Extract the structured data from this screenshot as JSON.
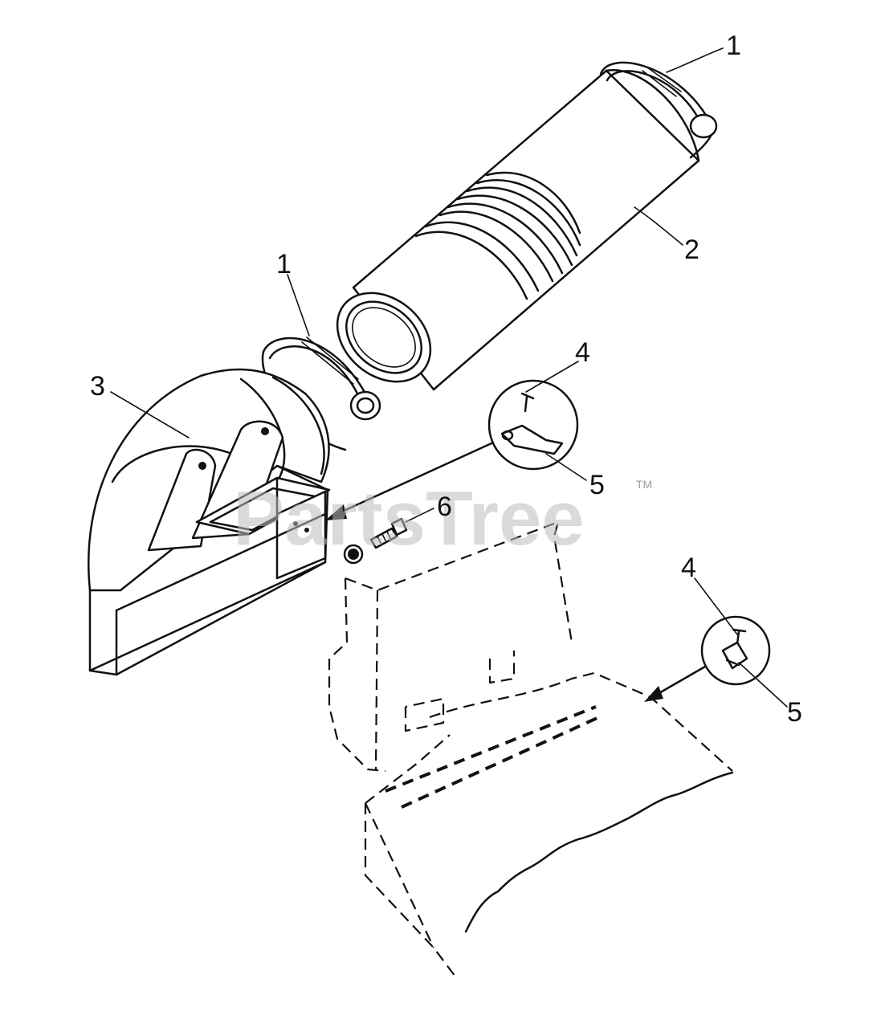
{
  "watermark": {
    "text": "PartsTree",
    "trademark": "TM"
  },
  "callouts": [
    {
      "id": "c1",
      "label": "1"
    },
    {
      "id": "c2",
      "label": "2"
    },
    {
      "id": "c3",
      "label": "1"
    },
    {
      "id": "c4",
      "label": "3"
    },
    {
      "id": "c5",
      "label": "4"
    },
    {
      "id": "c6",
      "label": "5"
    },
    {
      "id": "c7",
      "label": "6"
    },
    {
      "id": "c8",
      "label": "4"
    },
    {
      "id": "c9",
      "label": "5"
    }
  ]
}
